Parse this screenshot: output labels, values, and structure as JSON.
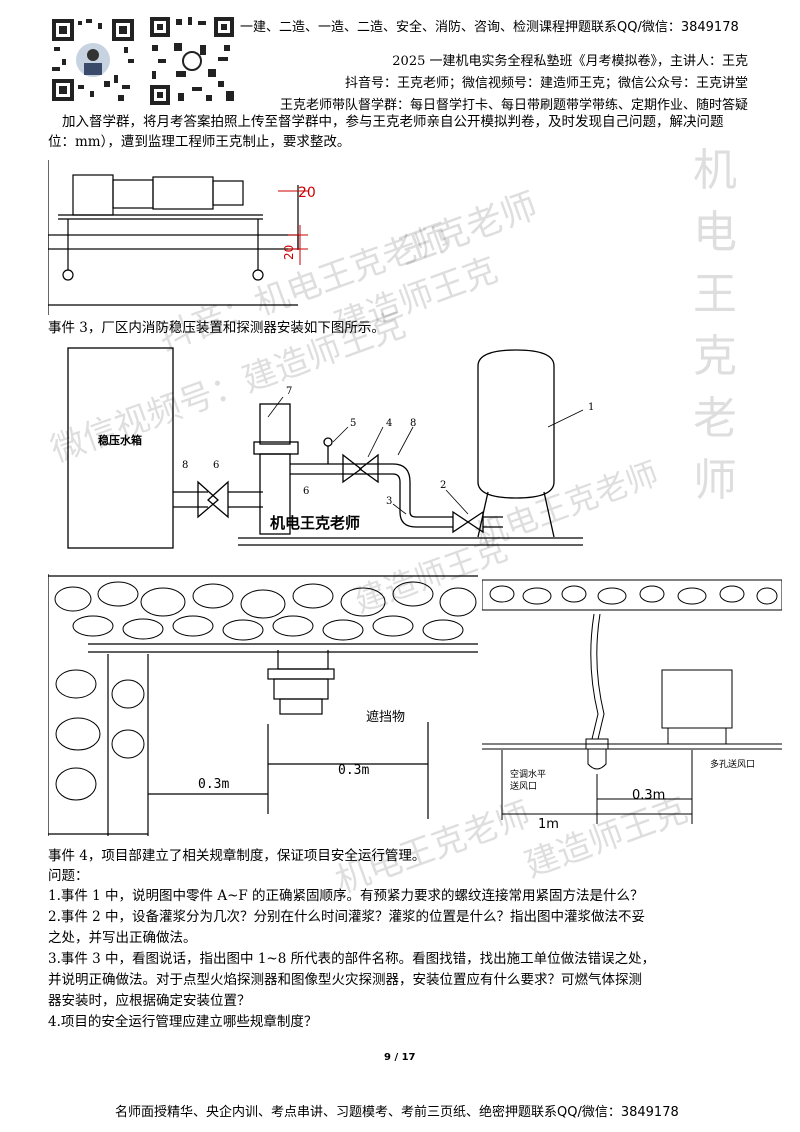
{
  "banner": "一建、二造、一造、二造、安全、消防、咨询、检测课程押题联系QQ/微信：3849178",
  "header": {
    "course": "2025 一建机电实务全程私塾班《月考模拟卷》，主讲人：王克",
    "social": "抖音号：王克老师；微信视频号：建造师王克；微信公众号：王克讲堂",
    "group": "王克老师带队督学群：每日督学打卡、每日带刷题带学带练、定期作业、随时答疑"
  },
  "intro_line1": "加入督学群，将月考答案拍照上传至督学群中，参与王克老师亲自公开模拟判卷，及时发现自己问题，解决问题",
  "intro_line2": "位：mm），遭到监理工程师王克制止，要求整改。",
  "fig1": {
    "dim_top": "20",
    "dim_side": "20"
  },
  "event3": "事件 3，厂区内消防稳压装置和探测器安装如下图所示。",
  "fig2": {
    "tank_label": "稳压水箱",
    "brand": "机电王克老师",
    "callouts": [
      "1",
      "2",
      "3",
      "4",
      "5",
      "6",
      "7",
      "8",
      "6",
      "8"
    ]
  },
  "fig3": {
    "obstacle": "遮挡物",
    "d1": "0.3m",
    "d2": "0.3m"
  },
  "fig4": {
    "ac_outlet": "空调水平送风口",
    "ac_outlet_l1": "空调水平",
    "ac_outlet_l2": "送风口",
    "perforated": "多孔送风口",
    "d1": "0.3m",
    "d2": "1m"
  },
  "event4": "事件 4，项目部建立了相关规章制度，保证项目安全运行管理。",
  "questions_title": "问题：",
  "questions": [
    "1.事件 1 中，说明图中零件 A~F 的正确紧固顺序。有预紧力要求的螺纹连接常用紧固方法是什么？",
    "2.事件 2 中，设备灌浆分为几次？分别在什么时间灌浆？灌浆的位置是什么？指出图中灌浆做法不妥",
    "之处，并写出正确做法。",
    "3.事件 3 中，看图说话，指出图中 1~8 所代表的部件名称。看图找错，找出施工单位做法错误之处，",
    "并说明正确做法。对于点型火焰探测器和图像型火灾探测器，安装位置应有什么要求？可燃气体探测",
    "器安装时，应根据确定安装位置？",
    "4.项目的安全运行管理应建立哪些规章制度？"
  ],
  "page": "9 / 17",
  "footer": "名师面授精华、央企内训、考点串讲、习题模考、考前三页纸、绝密押题联系QQ/微信：3849178",
  "watermarks": {
    "w1": "王克老师",
    "w2": "抖音：机电王克老师",
    "w3": "建造师王克",
    "w4": "微信视频号：建造师王克",
    "w5": "机电王克老师",
    "vertical": "机电王克老师"
  }
}
